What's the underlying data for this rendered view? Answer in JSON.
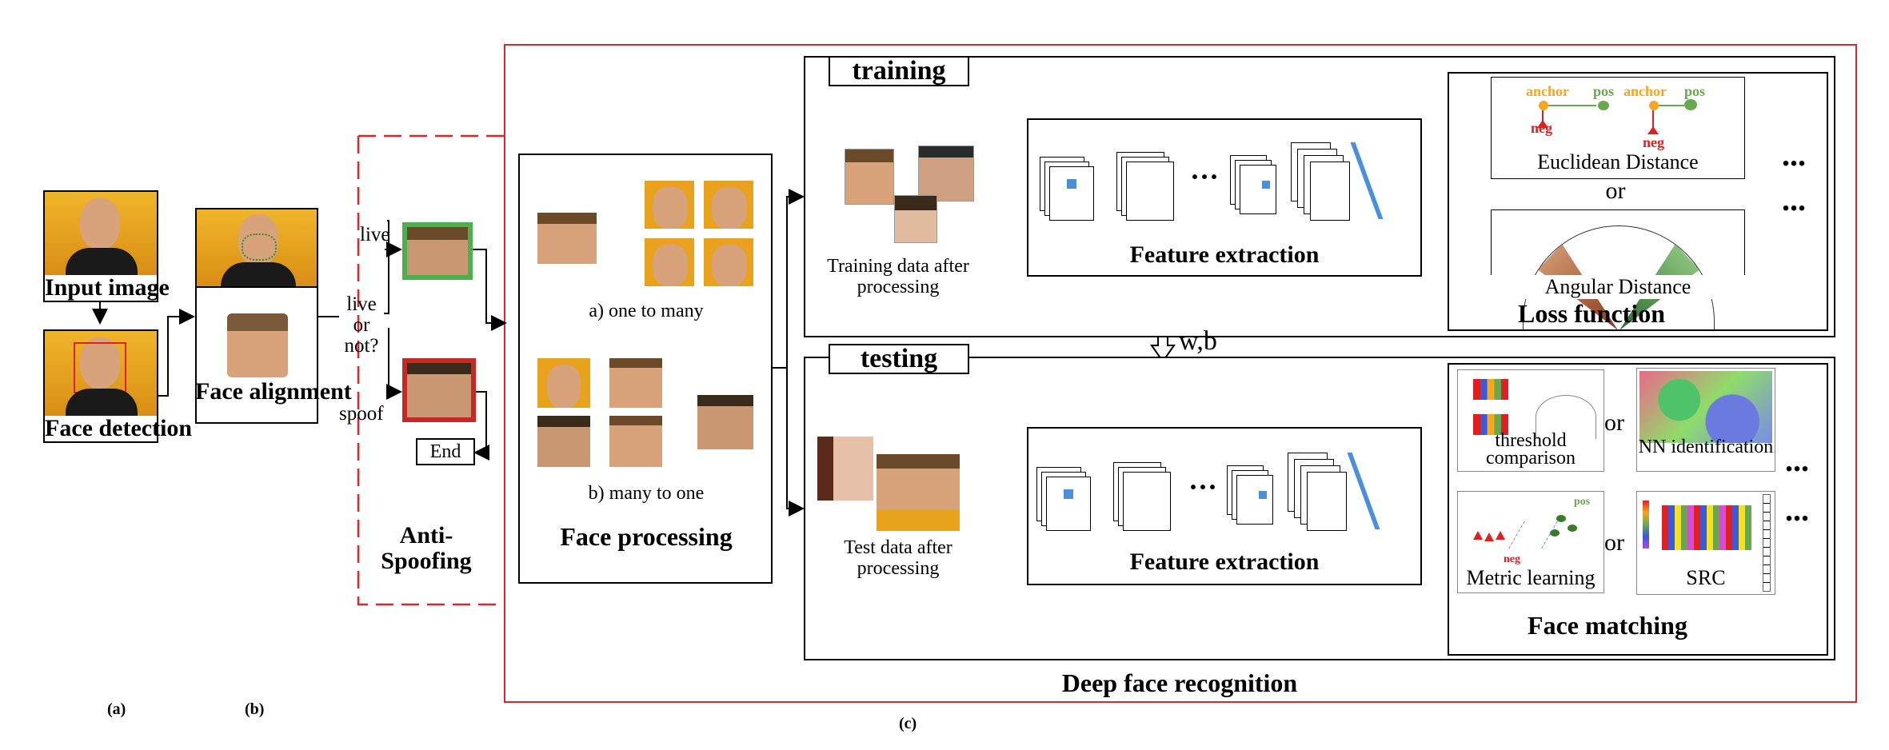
{
  "pipeline": {
    "input_image": "Input image",
    "face_detection": "Face detection",
    "face_alignment": "Face alignment",
    "live_or_not": "live or not?",
    "live": "live",
    "spoof": "spoof",
    "end": "End",
    "anti_spoofing": "Anti-Spoofing",
    "panel_a": "(a)",
    "panel_b": "(b)",
    "panel_c": "(c)"
  },
  "face_processing": {
    "one_to_many": "a) one to many",
    "many_to_one": "b) many to one",
    "title": "Face processing"
  },
  "training": {
    "title": "training",
    "data_label": "Training data after processing",
    "feature_extraction": "Feature extraction"
  },
  "loss": {
    "anchor1": "anchor",
    "pos1": "pos",
    "anchor2": "anchor",
    "pos2": "pos",
    "neg1": "neg",
    "neg2": "neg",
    "euclidean": "Euclidean Distance",
    "or": "or",
    "angular": "Angular Distance",
    "title": "Loss function",
    "dots1": "...",
    "dots2": "..."
  },
  "wb": "w,b",
  "testing": {
    "title": "testing",
    "data_label": "Test data after processing",
    "feature_extraction": "Feature extraction"
  },
  "matching": {
    "threshold": "threshold comparison",
    "or1": "or",
    "nn": "NN identification",
    "pos": "pos",
    "neg": "neg",
    "metric": "Metric learning",
    "or2": "or",
    "src": "SRC",
    "title": "Face matching",
    "dots1": "...",
    "dots2": "..."
  },
  "deep_title": "Deep face recognition",
  "colors": {
    "red_frame": "#d9272e",
    "live_green": "#4caf50",
    "spoof_red": "#c62828",
    "blue_line": "#4a90d9",
    "anchor_orange": "#f5a623",
    "pos_green": "#6aa84f",
    "neg_red": "#e02020",
    "face_bg": "#e8a21c"
  }
}
